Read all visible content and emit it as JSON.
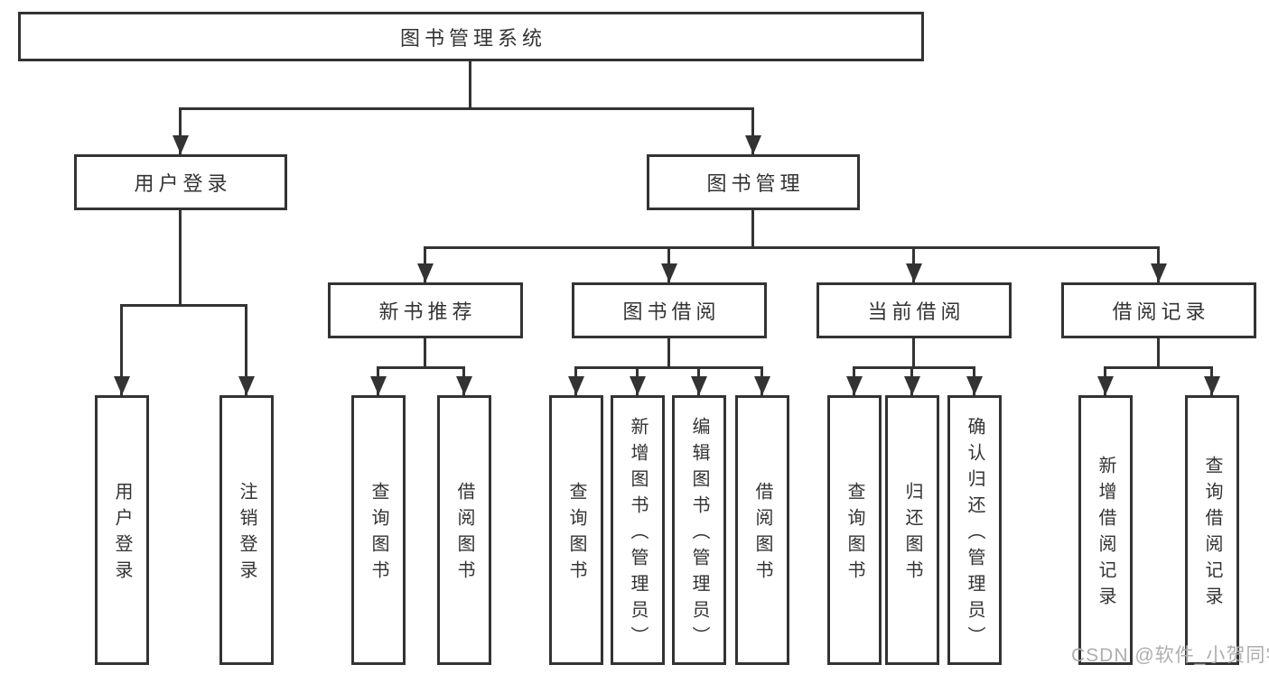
{
  "diagram": {
    "root": "图书管理系统",
    "level2": {
      "user_login": "用户登录",
      "book_management": "图书管理"
    },
    "level3": {
      "new_book_recommend": "新书推荐",
      "book_borrow": "图书借阅",
      "current_borrow": "当前借阅",
      "borrow_record": "借阅记录"
    },
    "leaves": {
      "user_login": "用户登录",
      "logout": "注销登录",
      "recommend_query_book": "查询图书",
      "recommend_borrow_book": "借阅图书",
      "borrow_query_book": "查询图书",
      "borrow_add_book": "新增图书（管理员）",
      "borrow_edit_book": "编辑图书（管理员）",
      "borrow_borrow_book": "借阅图书",
      "current_query_book": "查询图书",
      "current_return_book": "归还图书",
      "current_confirm_return": "确认归还（管理员）",
      "record_add": "新增借阅记录",
      "record_query": "查询借阅记录"
    }
  },
  "watermark": "CSDN @软件_小贺同学",
  "colors": {
    "line": "#333333",
    "text": "#333333",
    "watermark": "#aeaeae",
    "background": "#ffffff"
  }
}
